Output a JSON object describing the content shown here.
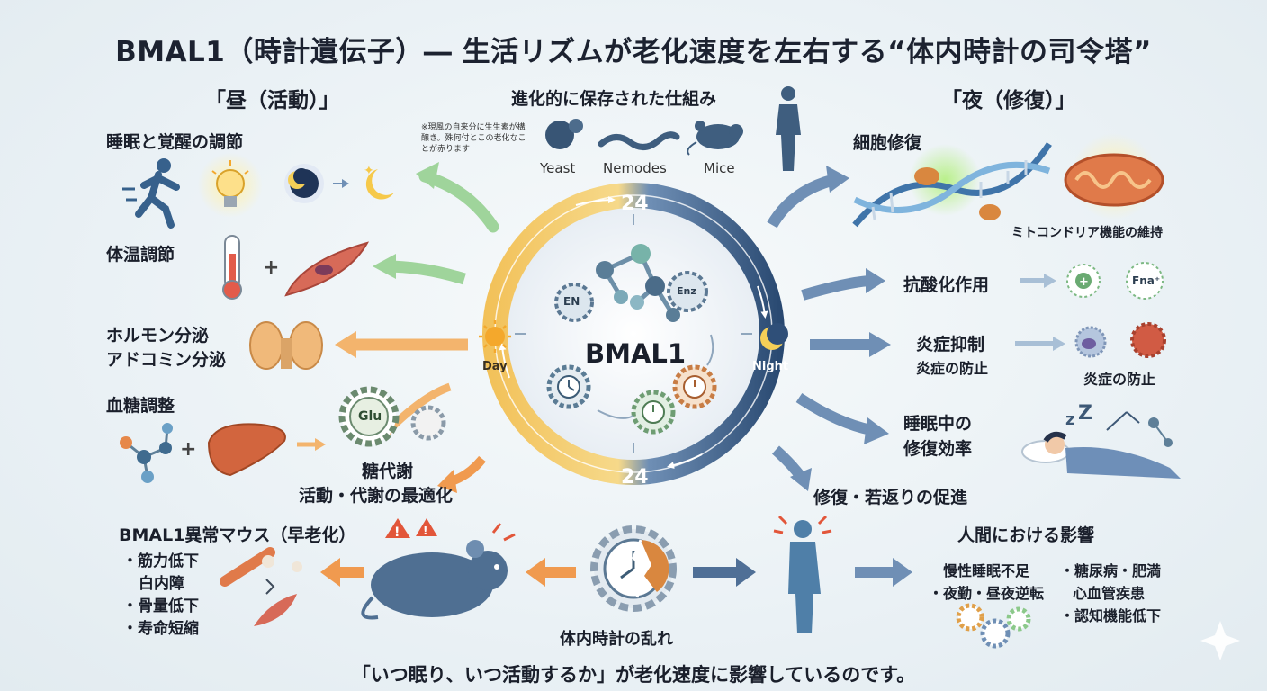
{
  "title": "BMAL1（時計遺伝子）― 生活リズムが老化速度を左右する“体内時計の司令塔”",
  "day_header": "「昼（活動）」",
  "night_header": "「夜（修復）」",
  "evolution": {
    "title": "進化的に保存された仕組み",
    "note": "※現風の自来分に生生素が構醸き。殊何付とこの老化なことが赤ります",
    "animals": [
      "Yeast",
      "Nemodes",
      "Mice"
    ]
  },
  "day_items": {
    "sleep": "睡眠と覚醒の調節",
    "temp": "体温調節",
    "hormone_1": "ホルモン分泌",
    "hormone_2": "アドコミン分泌",
    "glucose": "血糖調整",
    "glu_badge": "Glu",
    "sugar_1": "糖代謝",
    "sugar_2": "活動・代謝の最適化"
  },
  "center": {
    "label": "BMAL1",
    "top_24": "24",
    "bottom_24": "24",
    "day": "Day",
    "night": "Night",
    "gear_left": "EN",
    "gear_right": "Enz"
  },
  "night_items": {
    "cell_repair": "細胞修復",
    "mito": "ミトコンドリア機能の維持",
    "antioxidant": "抗酸化作用",
    "antioxidant_badge": "Fna⁺",
    "inflam_1": "炎症抑制",
    "inflam_2": "炎症の防止",
    "inflam_result": "炎症の防止",
    "sleep_repair_1": "睡眠中の",
    "sleep_repair_2": "修復効率",
    "rejuvenation": "修復・若返りの促進"
  },
  "mutant": {
    "title": "BMAL1異常マウス（早老化）",
    "items": [
      "・筋力低下",
      "白内障",
      "・骨量低下",
      "・寿命短縮"
    ]
  },
  "disruption": "体内時計の乱れ",
  "human": {
    "title": "人間における影響",
    "left": [
      "慢性睡眠不足",
      "・夜勤・昼夜逆転"
    ],
    "right": [
      "・糖尿病・肥満",
      "心血管疾患",
      "・認知機能低下"
    ]
  },
  "bottom_text": "「いつ眠り、いつ活動するか」が老化速度に影響しているのです。",
  "colors": {
    "day_arc": "#f0b84a",
    "night_arc": "#2f4f78",
    "arrow_green": "#8cc98a",
    "arrow_orange": "#eea35a",
    "arrow_blue": "#4f6f96"
  }
}
